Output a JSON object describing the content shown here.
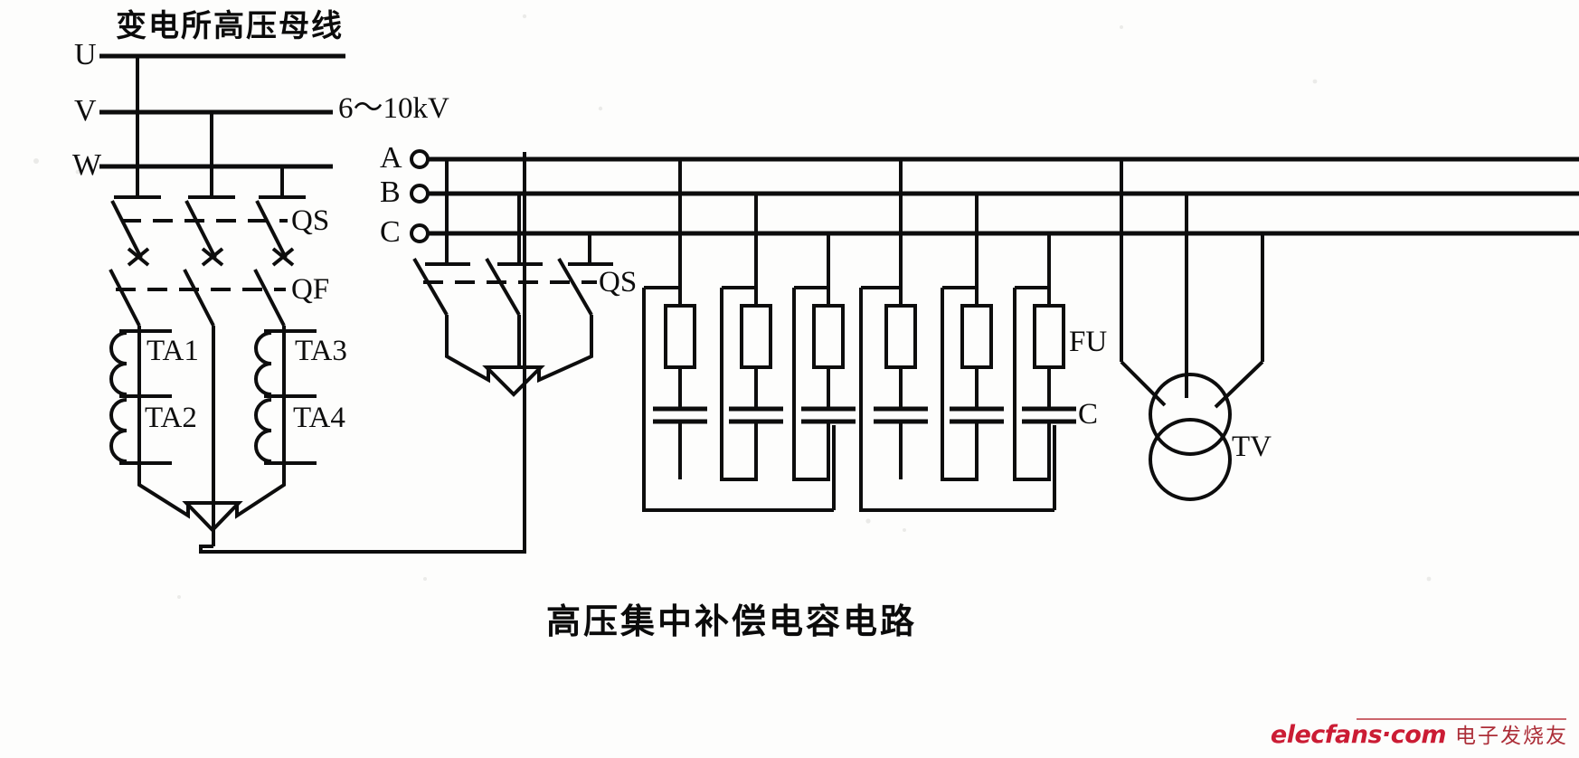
{
  "document": {
    "title": "变电所高压母线",
    "caption": "高压集中补偿电容电路",
    "voltage_label": "6～10kV"
  },
  "left_section": {
    "busbar_title": "变电所高压母线",
    "phase_labels": [
      "U",
      "V",
      "W"
    ],
    "switch_labels": {
      "disconnector": "QS",
      "breaker": "QF"
    },
    "current_transformers": [
      "TA1",
      "TA2",
      "TA3",
      "TA4"
    ]
  },
  "right_section": {
    "phase_labels": [
      "A",
      "B",
      "C"
    ],
    "switch_label": "QS",
    "fuse_label": "FU",
    "capacitor_label": "C",
    "voltage_transformer_label": "TV",
    "fuse_count": 6,
    "capacitor_count": 6,
    "capacitor_groups": 2
  },
  "watermark": {
    "site_en": "elecfans·com",
    "site_cn": "电子发烧友"
  },
  "colors": {
    "ink": "#0d0d0d",
    "paper": "#fdfdfc",
    "watermark_red": "#c9112a"
  },
  "icons": {
    "terminal": "open-circle-terminal",
    "fuse": "fuse-rect",
    "capacitor": "capacitor-plates",
    "transformer_coil": "coil-arcs",
    "ground": "delta-ground",
    "breaker_cross": "cross-mark",
    "tv_circle": "double-circle"
  }
}
